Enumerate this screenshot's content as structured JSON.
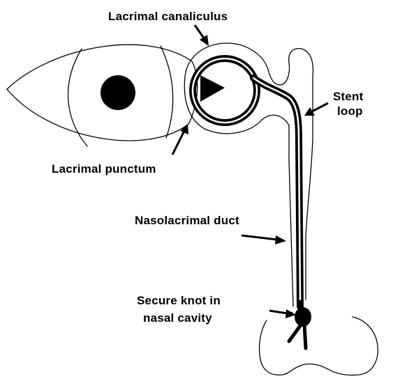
{
  "labels": {
    "lacrimal_canaliculus": "Lacrimal canaliculus",
    "stent_loop_line1": "Stent",
    "stent_loop_line2": "loop",
    "lacrimal_punctum": "Lacrimal punctum",
    "nasolacrimal_duct": "Nasolacrimal duct",
    "secure_knot_line1": "Secure knot in",
    "secure_knot_line2": "nasal cavity"
  },
  "colors": {
    "line": "#000000",
    "background": "#ffffff"
  }
}
